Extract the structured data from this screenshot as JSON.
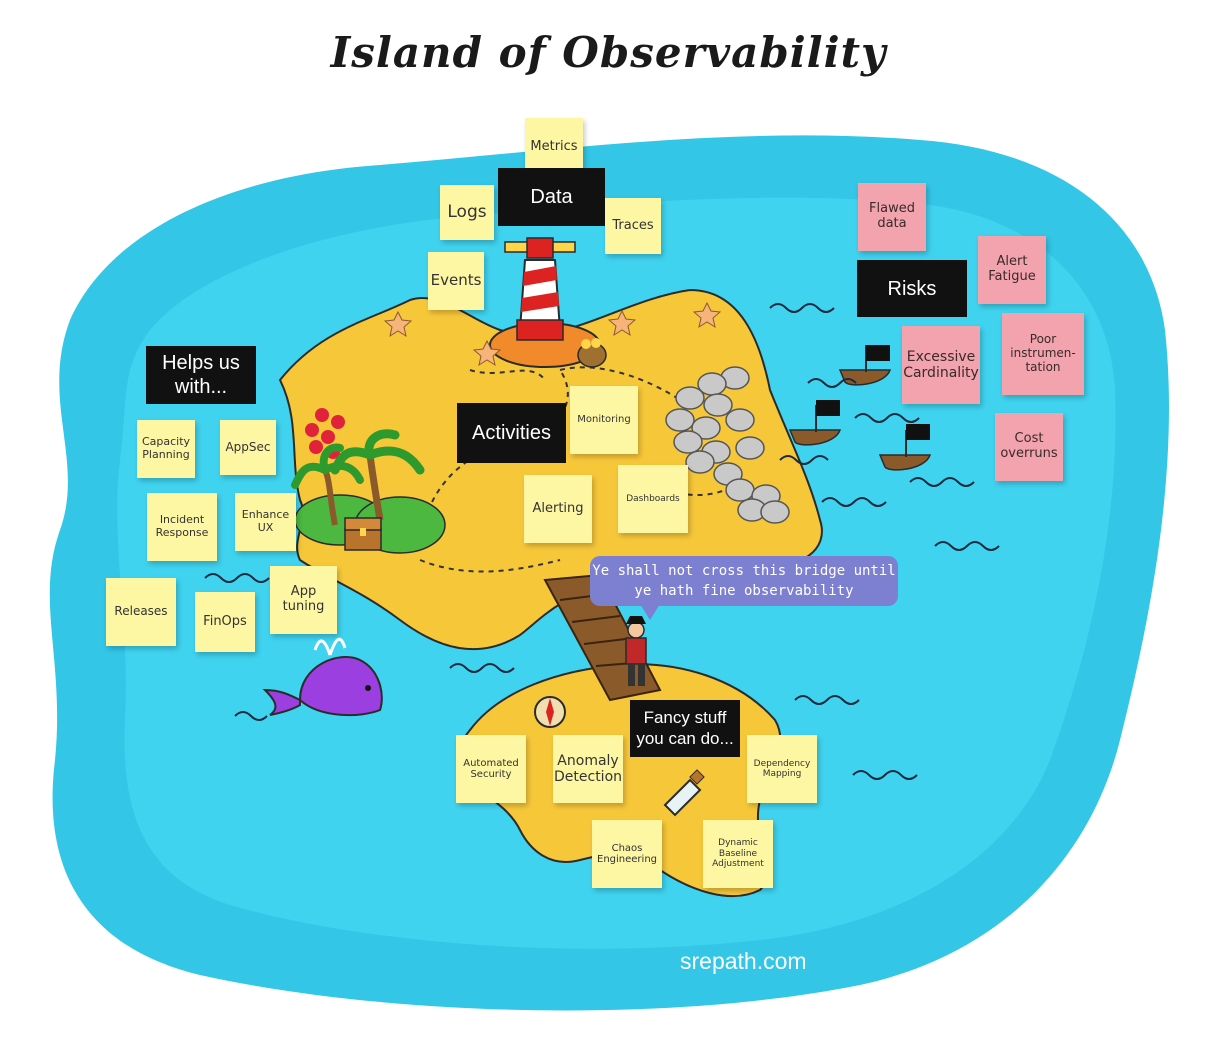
{
  "title": "Island of Observability",
  "groups": {
    "data": {
      "label": "Data",
      "notes": [
        "Metrics",
        "Logs",
        "Traces",
        "Events"
      ]
    },
    "risks": {
      "label": "Risks",
      "notes": [
        "Flawed data",
        "Alert Fatigue",
        "Excessive Cardinality",
        "Poor instrumen-tation",
        "Cost overruns"
      ]
    },
    "helps": {
      "label": "Helps us with...",
      "notes": [
        "Capacity Planning",
        "AppSec",
        "Incident Response",
        "Enhance UX",
        "Releases",
        "FinOps",
        "App tuning"
      ]
    },
    "activities": {
      "label": "Activities",
      "notes": [
        "Monitoring",
        "Alerting",
        "Dashboards"
      ]
    },
    "fancy": {
      "label": "Fancy stuff you can do...",
      "notes": [
        "Automated Security",
        "Anomaly Detection",
        "Dependency Mapping",
        "Chaos Engineering",
        "Dynamic Baseline Adjustment"
      ]
    }
  },
  "speech_bubble": "Ye shall not cross this bridge until ye hath fine observability",
  "brand": "srepath.com",
  "colors": {
    "sea": "#33c6e6",
    "sea_inner": "#3fd3ef",
    "sand": "#f7c73a",
    "note_yellow": "#fdf6a3",
    "note_pink": "#f2a3ad",
    "label_black": "#111111",
    "speech_purple": "#7d7fd0",
    "whale": "#9b3fe0"
  },
  "icons": [
    "lighthouse-icon",
    "palm-tree-icon",
    "treasure-chest-icon",
    "strawberry-icon",
    "rock-pile-icon",
    "pirate-ship-icon",
    "whale-icon",
    "compass-icon",
    "message-bottle-icon",
    "pirate-icon",
    "starfish-icon",
    "gold-pot-icon",
    "wave-icon",
    "bridge-icon"
  ]
}
